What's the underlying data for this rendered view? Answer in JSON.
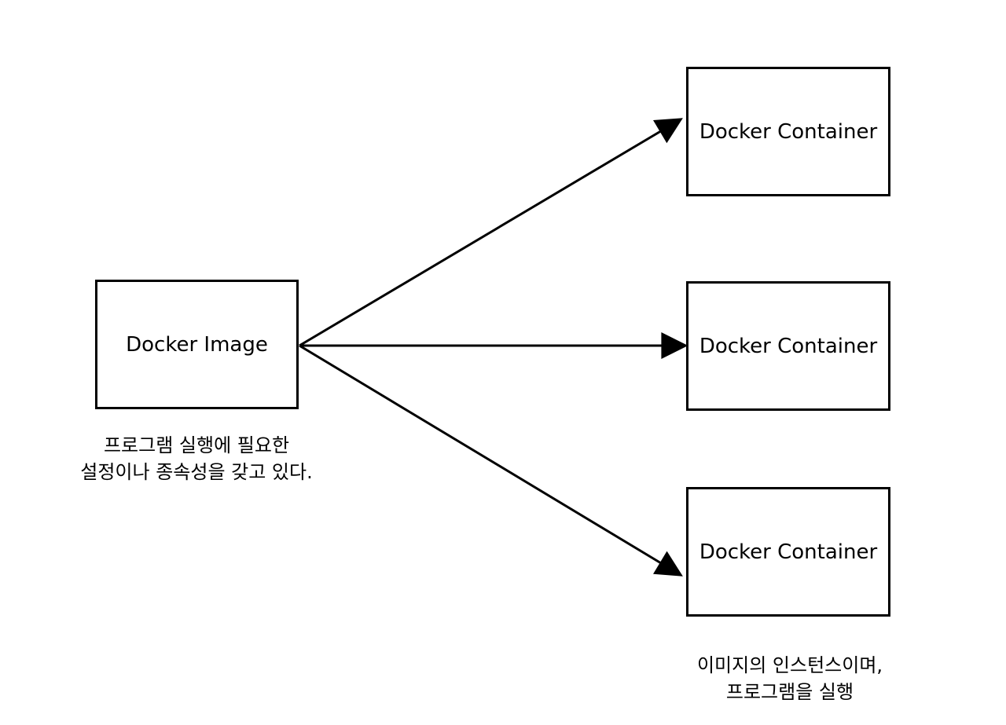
{
  "image_node": {
    "label": "Docker Image",
    "caption": [
      "프로그램 실행에 필요한",
      "설정이나 종속성을 갖고 있다."
    ]
  },
  "container_nodes": [
    {
      "label": "Docker Container"
    },
    {
      "label": "Docker Container"
    },
    {
      "label": "Docker Container"
    }
  ],
  "container_caption": [
    "이미지의 인스턴스이며,",
    "프로그램을 실행"
  ],
  "colors": {
    "stroke": "#000000",
    "background": "#ffffff"
  }
}
